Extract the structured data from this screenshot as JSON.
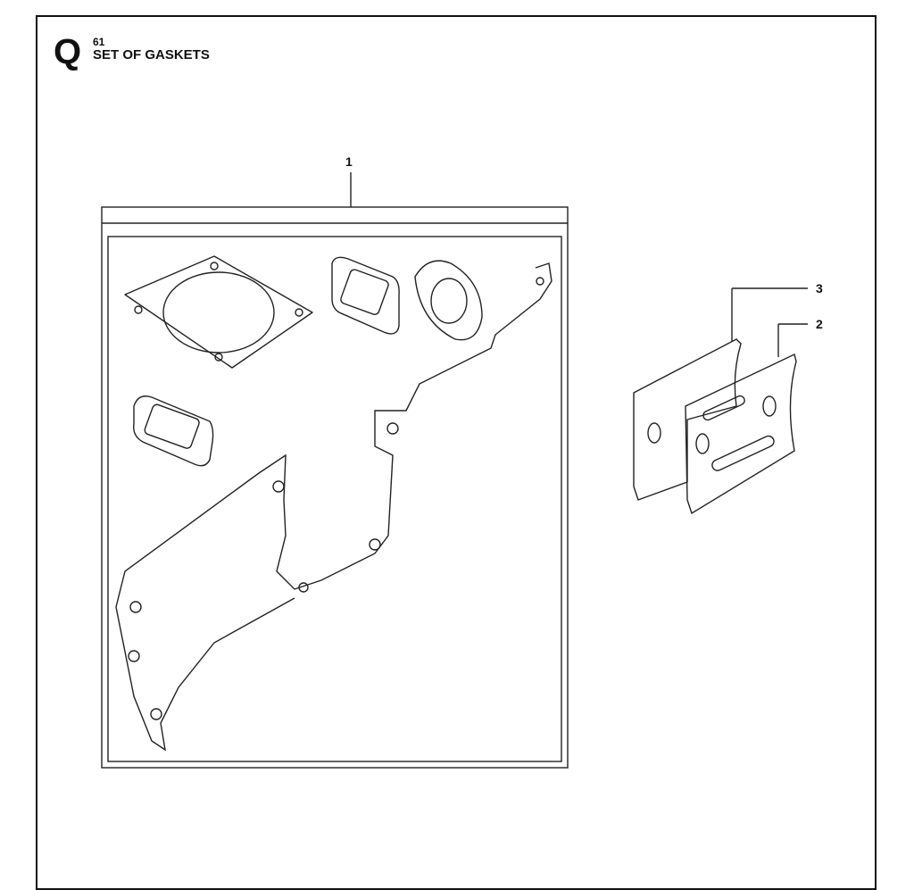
{
  "section_letter": "Q",
  "page_number": "61",
  "title": "SET OF GASKETS",
  "callouts": [
    "1",
    "2",
    "3"
  ]
}
